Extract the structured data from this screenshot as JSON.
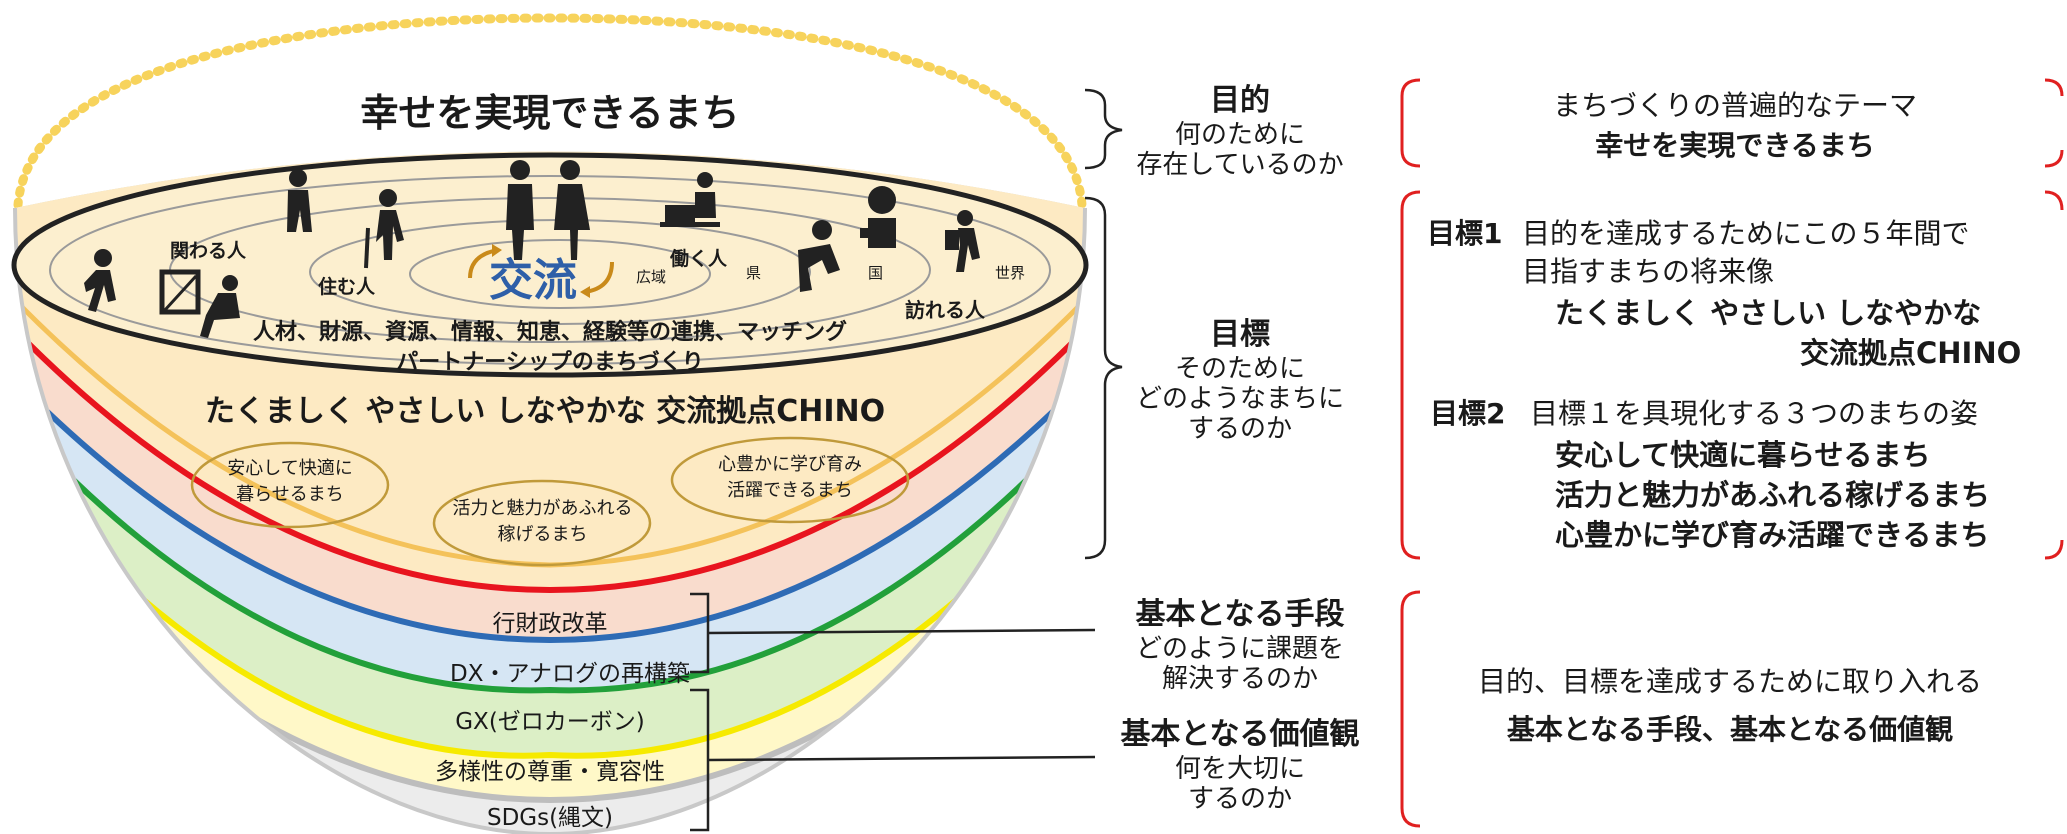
{
  "bowl": {
    "title": "幸せを実現できるまち",
    "center": "交流",
    "ring_labels": [
      "広域",
      "県",
      "国",
      "世界"
    ],
    "people": {
      "related": "関わる人",
      "live": "住む人",
      "work": "働く人",
      "visit": "訪れる人"
    },
    "linkage_line1": "人材、財源、資源、情報、知恵、経験等の連携、マッチング",
    "linkage_line2": "パートナーシップのまちづくり",
    "goal_title": "たくましく やさしい しなやかな 交流拠点CHINO",
    "goal_items": [
      "安心して快適に\n暮らせるまち",
      "活力と魅力があふれる\n稼げるまち",
      "心豊かに学び育み\n活躍できるまち"
    ],
    "layers": [
      {
        "label": "行財政改革",
        "color": "#e8141e"
      },
      {
        "label": "DX・アナログの再構築",
        "color": "#2e6bb5"
      },
      {
        "label": "GX(ゼロカーボン)",
        "color": "#22a03a"
      },
      {
        "label": "多様性の尊重・寛容性",
        "color": "#f6ea00"
      },
      {
        "label": "SDGs(縄文)",
        "color": "#b8b8b8"
      }
    ]
  },
  "middle": {
    "purpose": {
      "title": "目的",
      "lines": [
        "何のために",
        "存在しているのか"
      ]
    },
    "goal": {
      "title": "目標",
      "lines": [
        "そのために",
        "どのようなまちに",
        "するのか"
      ]
    },
    "means": {
      "title": "基本となる手段",
      "lines": [
        "どのように課題を",
        "解決するのか"
      ]
    },
    "values": {
      "title": "基本となる価値観",
      "lines": [
        "何を大切に",
        "するのか"
      ]
    }
  },
  "right": {
    "purpose": {
      "line1": "まちづくりの普遍的なテーマ",
      "line2": "幸せを実現できるまち"
    },
    "goal1": {
      "label": "目標1",
      "text1": "目的を達成するためにこの５年間で",
      "text2": "目指すまちの将来像",
      "bold1": "たくましく やさしい しなやかな",
      "bold2": "交流拠点CHINO"
    },
    "goal2": {
      "label": "目標2",
      "text": "目標１を具現化する３つのまちの姿",
      "items": [
        "安心して快適に暮らせるまち",
        "活力と魅力があふれる稼げるまち",
        "心豊かに学び育み活躍できるまち"
      ]
    },
    "means": {
      "line1": "目的、目標を達成するために取り入れる",
      "line2": "基本となる手段、基本となる価値観"
    }
  },
  "colors": {
    "bracket_red": "#e02020",
    "bowl_fill": "#fbe9c2",
    "bowl_rim": "#f4c25a",
    "dots": "#f7d35c"
  }
}
